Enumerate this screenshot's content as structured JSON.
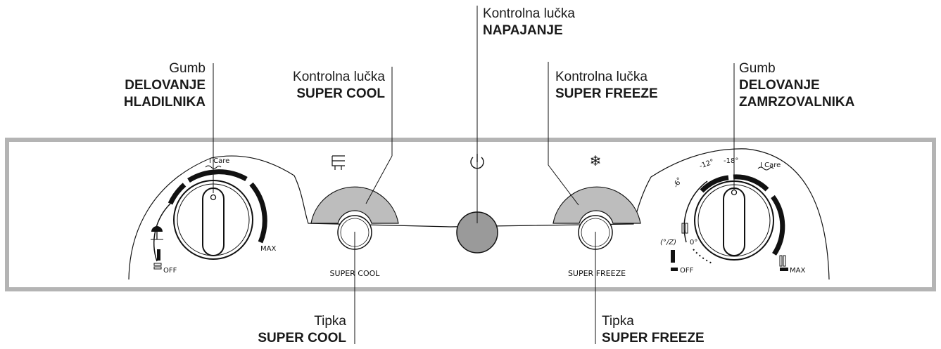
{
  "callouts": {
    "fridge_knob": {
      "line1": "Gumb",
      "line2": "DELOVANJE",
      "line3": "HLADILNIKA"
    },
    "super_cool_led": {
      "line1": "Kontrolna lučka",
      "line2": "SUPER COOL"
    },
    "power_led": {
      "line1": "Kontrolna lučka",
      "line2": "NAPAJANJE"
    },
    "super_freeze_led": {
      "line1": "Kontrolna lučka",
      "line2": "SUPER FREEZE"
    },
    "freezer_knob": {
      "line1": "Gumb",
      "line2": "DELOVANJE",
      "line3": "ZAMRZOVALNIKA"
    },
    "super_cool_btn": {
      "line1": "Tipka",
      "line2": "SUPER COOL"
    },
    "super_freeze_btn": {
      "line1": "Tipka",
      "line2": "SUPER FREEZE"
    }
  },
  "panel": {
    "fridge": {
      "off": "OFF",
      "max": "MAX",
      "care": "I Care"
    },
    "super_cool_label": "SUPER COOL",
    "super_freeze_label": "SUPER FREEZE",
    "freezer": {
      "off": "OFF",
      "max": "MAX",
      "care": "I Care",
      "t_minus6": "-6°",
      "t_minus12": "-12°",
      "t_minus18": "-18°",
      "zero": "0°",
      "zero_prefix": "(°/Z)"
    }
  },
  "colors": {
    "panel_border": "#b4b4b4",
    "led_gray": "#9a9a9a",
    "arc_gray": "#bdbdbd"
  }
}
